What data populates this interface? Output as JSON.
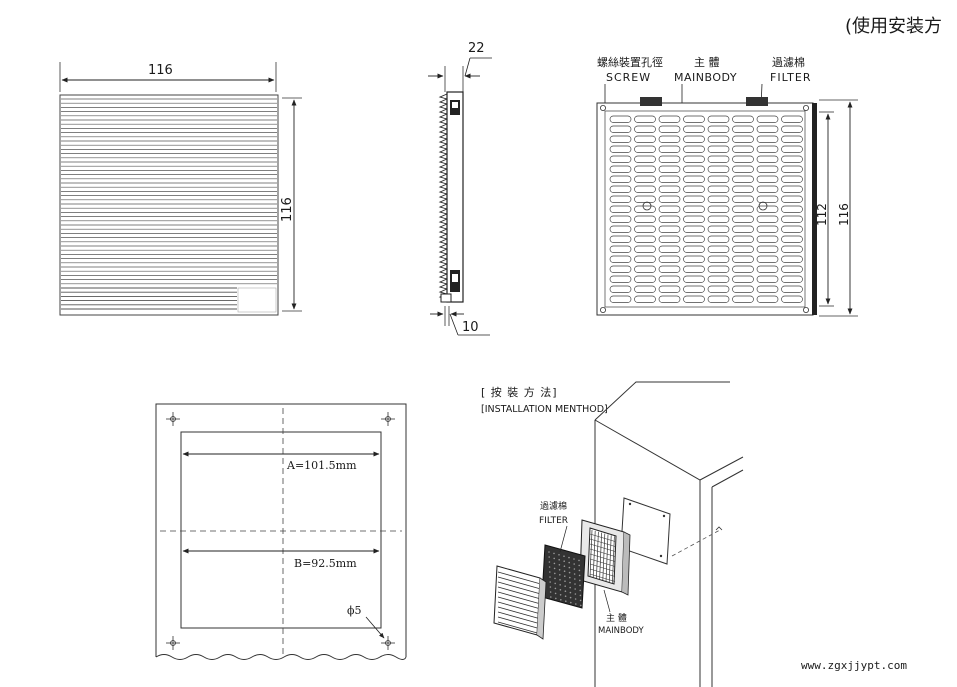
{
  "page_title": "(使用安装方",
  "front_view": {
    "width_label": "116",
    "height_label": "116"
  },
  "side_view": {
    "depth_label": "22",
    "offset_label": "10"
  },
  "back_view": {
    "screw_cn": "螺絲裝置孔徑",
    "screw_en": "SCREW",
    "body_cn": "主 體",
    "body_en": "MAINBODY",
    "filter_cn": "過濾棉",
    "filter_en": "FILTER",
    "inner_height": "112",
    "outer_height": "116"
  },
  "cutout": {
    "dim_a": "A=101.5mm",
    "dim_b": "B=92.5mm",
    "hole": "ϕ5"
  },
  "installation": {
    "title_cn": "[ 按   裝   方   法]",
    "title_en": "[INSTALLATION MENTHOD]",
    "filter_cn": "過濾棉",
    "filter_en": "FILTER",
    "body_cn": "主 體",
    "body_en": "MAINBODY"
  },
  "watermark": "www.zgxjjypt.com"
}
